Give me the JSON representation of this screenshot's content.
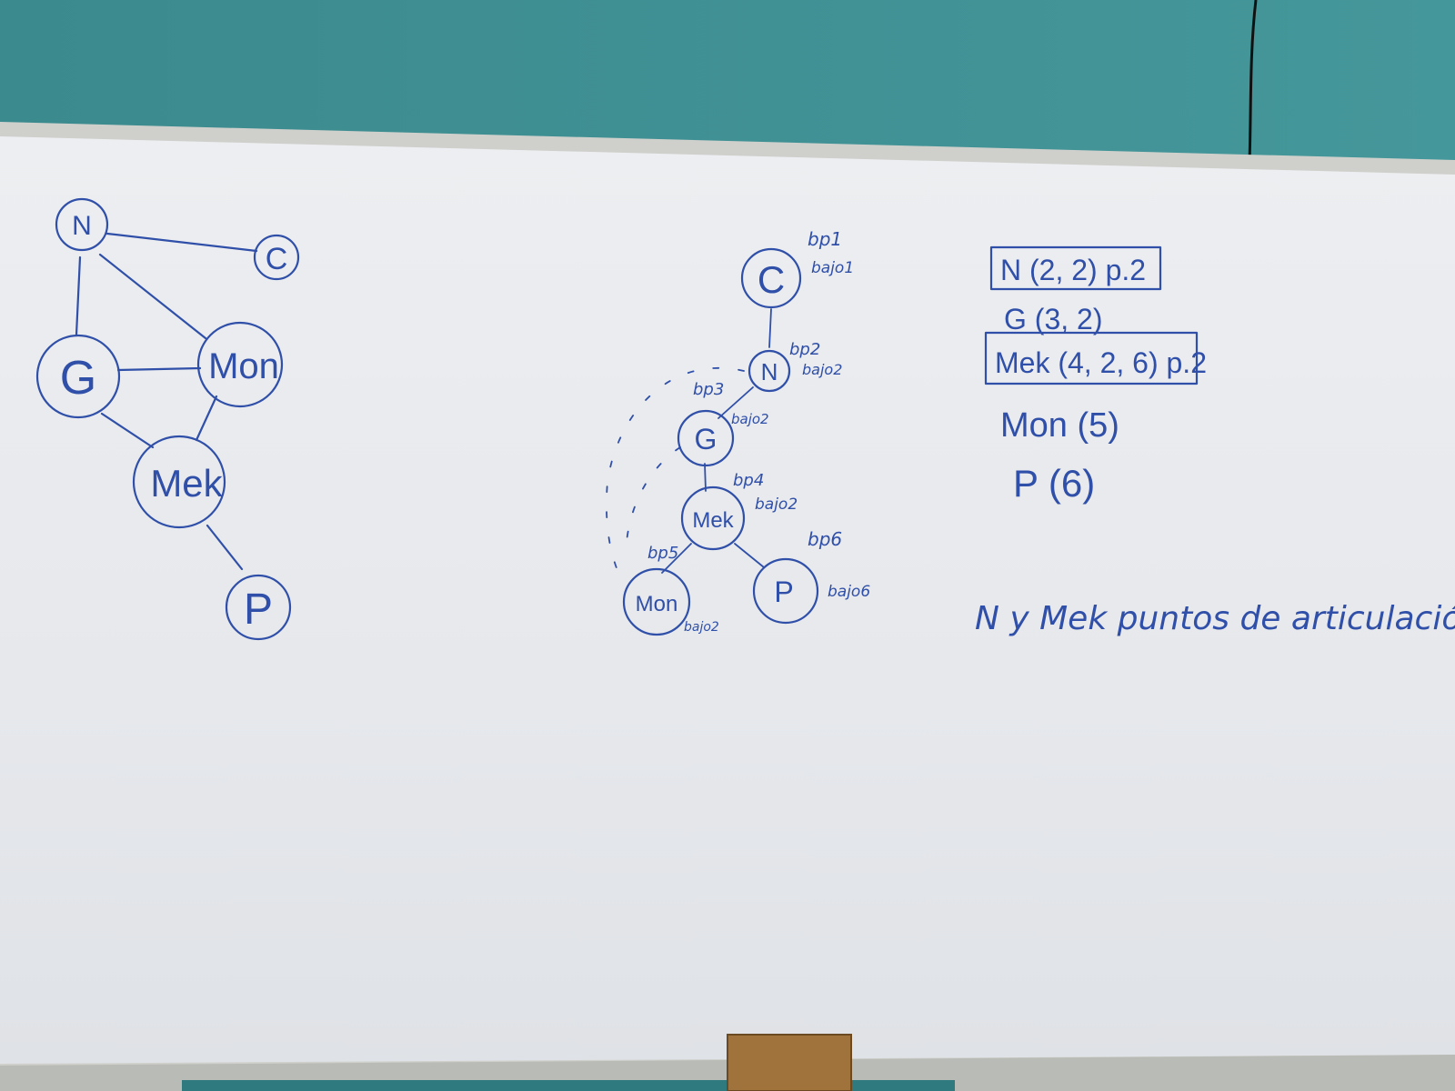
{
  "graph1": {
    "nodes": {
      "N": "N",
      "C": "C",
      "G": "G",
      "Mon": "Mon",
      "Mek": "Mek",
      "P": "P"
    }
  },
  "tree": {
    "nodes": {
      "C": "C",
      "N": "N",
      "G": "G",
      "Mek": "Mek",
      "Mon": "Mon",
      "P": "P"
    },
    "labels": {
      "bp1": "bp1",
      "bajo1": "bajo1",
      "bp2": "bp2",
      "bajo2_N": "bajo2",
      "bp3": "bp3",
      "bajo2_G": "bajo2",
      "bp4": "bp4",
      "bajo2_Mek": "bajo2",
      "bp5": "bp5",
      "bajo2_Mon": "bajo2",
      "bp6": "bp6",
      "bajo6": "bajo6"
    }
  },
  "notes": {
    "line1": "N (2, 2) p.2",
    "line2": "G (3, 2)",
    "line3": "Mek (4, 2, 6) p.2",
    "line4": "Mon (5)",
    "line5": "P (6)",
    "conclusion": "N y Mek puntos de articulación"
  },
  "colors": {
    "wall": "#3f8f92",
    "board": "#e9ebee",
    "ink": "#2f4fa8",
    "frame": "#c9c9c4",
    "eraser": "#a0723c"
  }
}
